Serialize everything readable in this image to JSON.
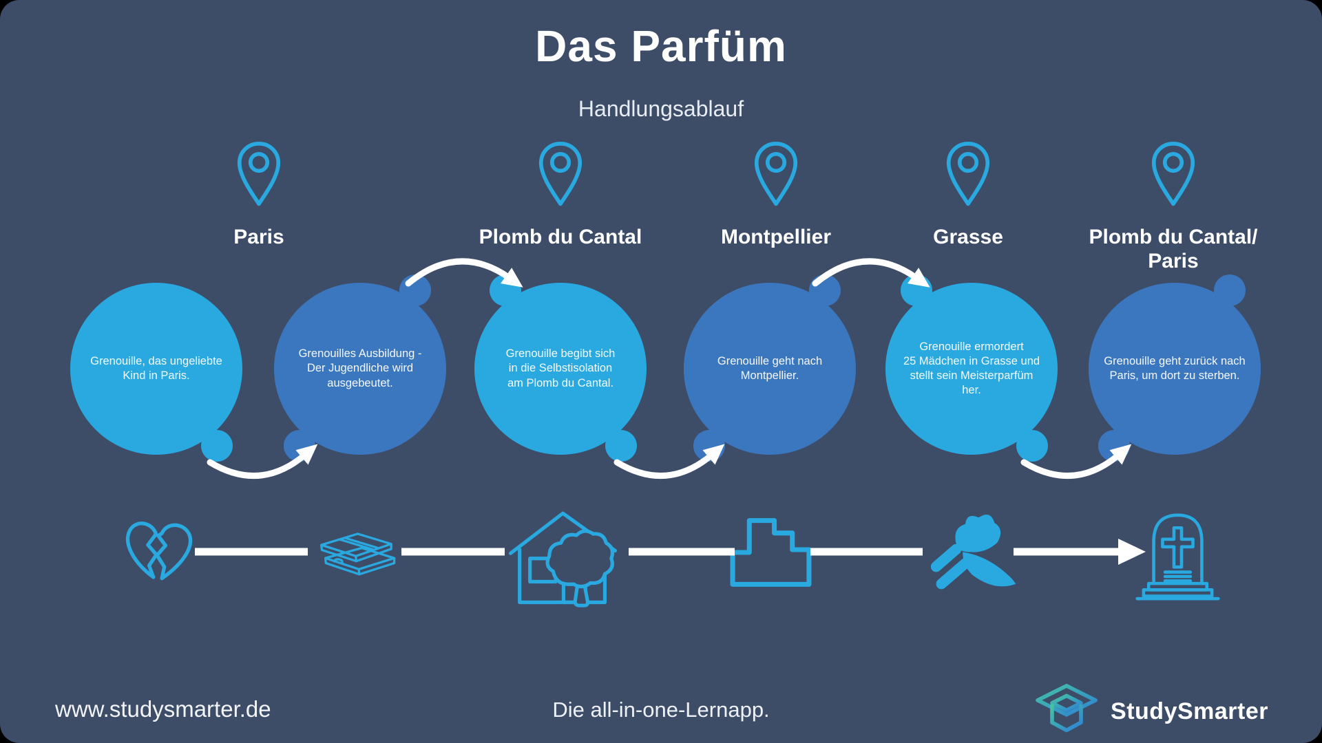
{
  "title": "Das Parfüm",
  "subtitle": "Handlungsablauf",
  "locations": [
    {
      "label": "Paris"
    },
    {
      "label": "Plomb du Cantal"
    },
    {
      "label": "Montpellier"
    },
    {
      "label": "Grasse"
    },
    {
      "label": "Plomb du Cantal/\nParis"
    }
  ],
  "steps": [
    {
      "text": "Grenouille, das ungeliebte\nKind in Paris.",
      "tone": "light"
    },
    {
      "text": "Grenouilles Ausbildung -\nDer Jugendliche wird\nausgebeutet.",
      "tone": "medium"
    },
    {
      "text": "Grenouille begibt sich\nin die Selbstisolation\nam Plomb du Cantal.",
      "tone": "light"
    },
    {
      "text": "Grenouille geht nach\nMontpellier.",
      "tone": "medium"
    },
    {
      "text": "Grenouille ermordert\n25 Mädchen in Grasse und\nstellt sein Meisterparfüm her.",
      "tone": "light"
    },
    {
      "text": "Grenouille geht zurück nach\nParis, um dort zu sterben.",
      "tone": "medium"
    }
  ],
  "timeline_icons": [
    "broken-heart",
    "money-stack",
    "house-with-tree",
    "city-buildings",
    "knife",
    "tombstone"
  ],
  "footer": {
    "url": "www.studysmarter.de",
    "tagline": "Die all-in-one-Lernapp.",
    "brand": "StudySmarter"
  },
  "colors": {
    "background": "#3d4d68",
    "bubble_light": "#29a9e0",
    "bubble_medium": "#3b77bf",
    "icon_blue": "#29a9e0",
    "line_white": "#ffffff",
    "logo_gradient_start": "#44c3a3",
    "logo_gradient_end": "#2e80d6"
  }
}
